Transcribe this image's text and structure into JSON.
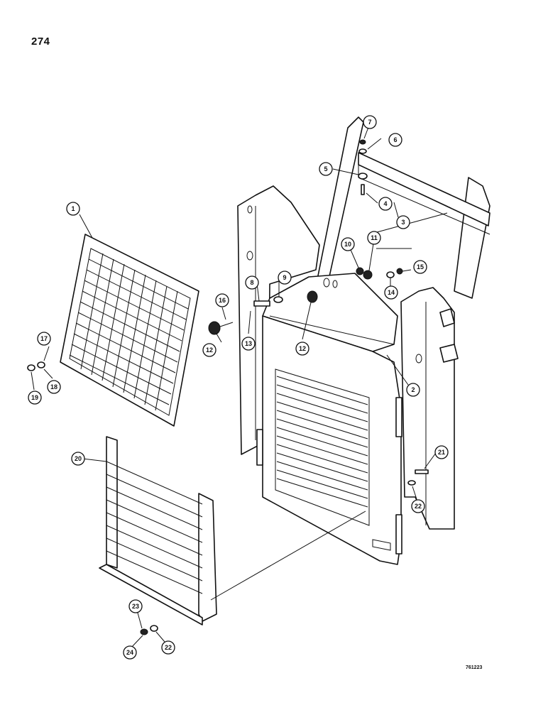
{
  "page": {
    "page_number": "274",
    "drawing_code": "761223"
  },
  "callouts": [
    {
      "id": "c1",
      "label": "1"
    },
    {
      "id": "c2",
      "label": "2"
    },
    {
      "id": "c3",
      "label": "3"
    },
    {
      "id": "c4",
      "label": "4"
    },
    {
      "id": "c5",
      "label": "5"
    },
    {
      "id": "c6",
      "label": "6"
    },
    {
      "id": "c7",
      "label": "7"
    },
    {
      "id": "c8",
      "label": "8"
    },
    {
      "id": "c9",
      "label": "9"
    },
    {
      "id": "c10",
      "label": "10"
    },
    {
      "id": "c11",
      "label": "11"
    },
    {
      "id": "c12a",
      "label": "12"
    },
    {
      "id": "c12b",
      "label": "12"
    },
    {
      "id": "c13",
      "label": "13"
    },
    {
      "id": "c14",
      "label": "14"
    },
    {
      "id": "c15",
      "label": "15"
    },
    {
      "id": "c16",
      "label": "16"
    },
    {
      "id": "c17",
      "label": "17"
    },
    {
      "id": "c18",
      "label": "18"
    },
    {
      "id": "c19",
      "label": "19"
    },
    {
      "id": "c20",
      "label": "20"
    },
    {
      "id": "c21",
      "label": "21"
    },
    {
      "id": "c22a",
      "label": "22"
    },
    {
      "id": "c22b",
      "label": "22"
    },
    {
      "id": "c23",
      "label": "23"
    },
    {
      "id": "c24",
      "label": "24"
    }
  ]
}
